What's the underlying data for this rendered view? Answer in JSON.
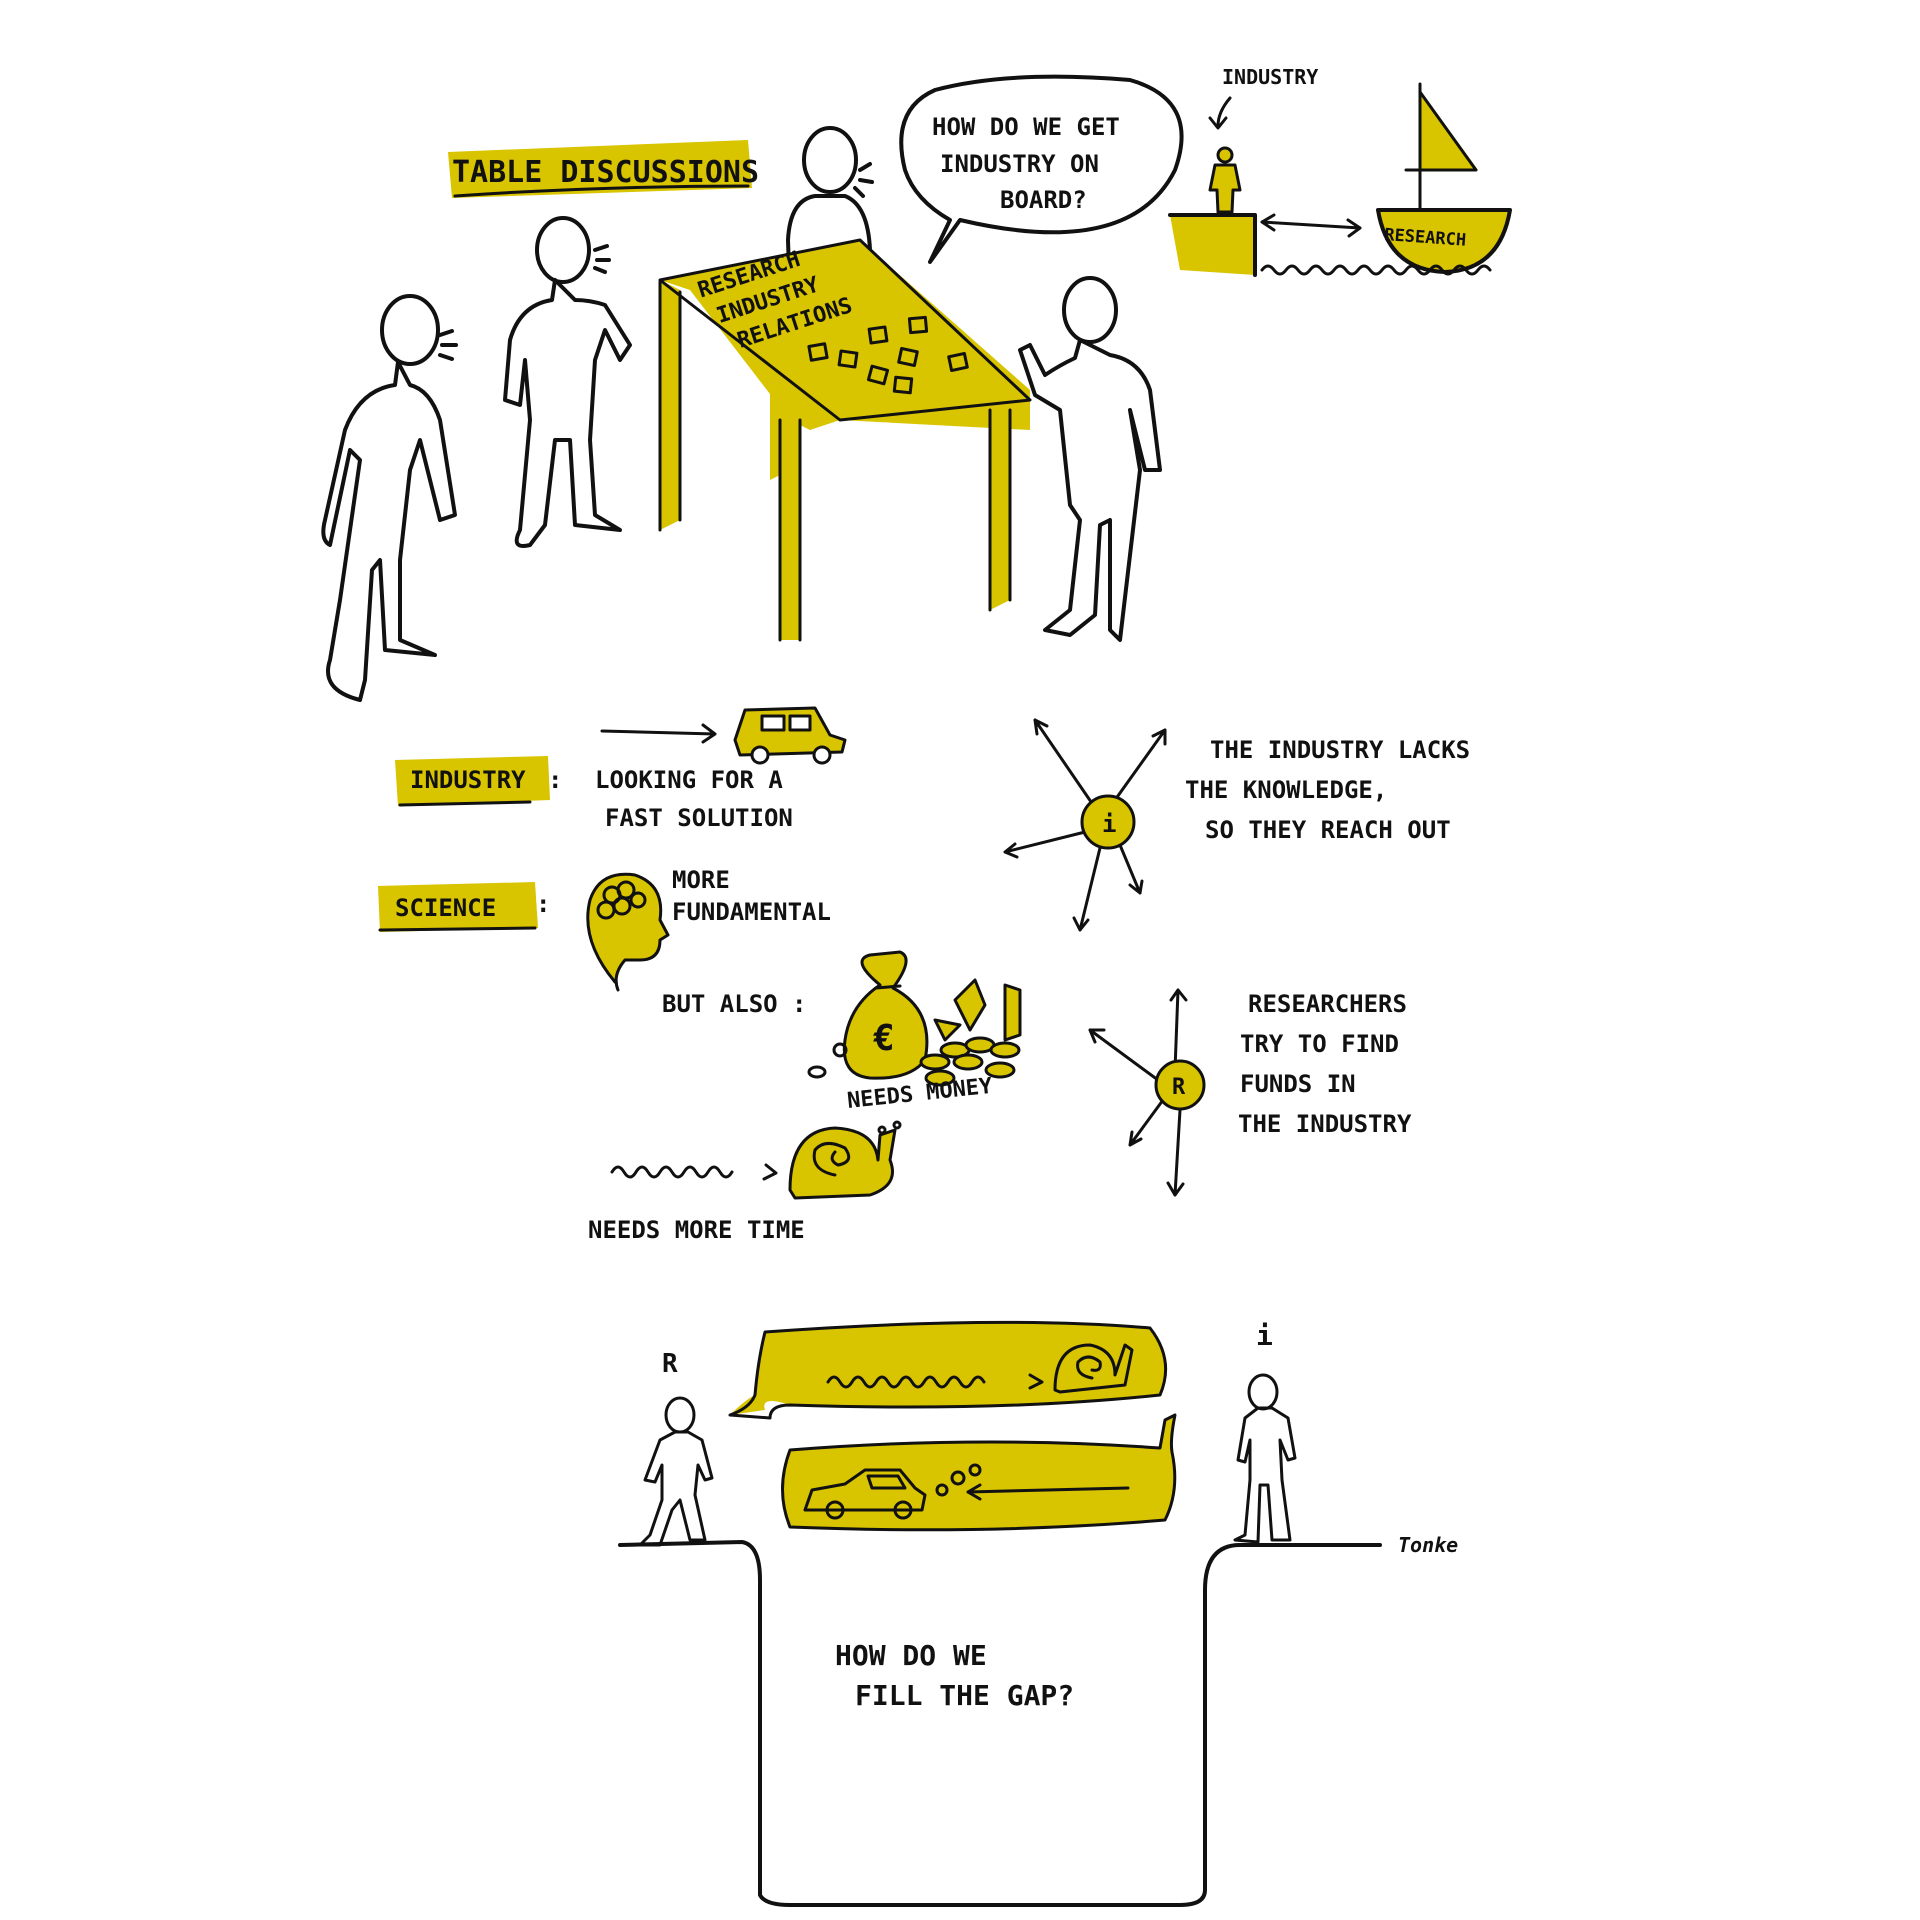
{
  "colors": {
    "accent": "#d9c400",
    "ink": "#111111",
    "paper": "#ffffff"
  },
  "labels": {
    "table_discussions": "TABLE DISCUSSIONS",
    "speech_line1": "HOW DO WE GET",
    "speech_line2": "INDUSTRY ON",
    "speech_line3": "BOARD?",
    "industry_top": "INDUSTRY",
    "research_boat": "RESEARCH",
    "table_line1": "RESEARCH",
    "table_line2": "INDUSTRY",
    "table_line3": "RELATIONS",
    "industry_tag": "INDUSTRY",
    "industry_desc1": "LOOKING FOR A",
    "industry_desc2": "FAST SOLUTION",
    "science_tag": "SCIENCE",
    "science_desc1": "MORE",
    "science_desc2": "FUNDAMENTAL",
    "but_also": "BUT ALSO :",
    "needs_money": "NEEDS MONEY",
    "needs_time": "NEEDS MORE TIME",
    "i_hub": "i",
    "i_note1": "THE INDUSTRY LACKS",
    "i_note2": "THE KNOWLEDGE,",
    "i_note3": "SO THEY REACH OUT",
    "r_hub": "R",
    "r_note1": "RESEARCHERS",
    "r_note2": "TRY TO FIND",
    "r_note3": "FUNDS IN",
    "r_note4": "THE INDUSTRY",
    "r_person": "R",
    "i_person": "i",
    "gap_line1": "HOW DO WE",
    "gap_line2": "FILL THE GAP?",
    "euro": "€",
    "signature": "Tonke"
  },
  "icons": [
    "person-figure",
    "table",
    "sticky-notes",
    "speech-bubble",
    "sailboat",
    "car",
    "brain-head",
    "money-bag",
    "coins",
    "snail",
    "wavy-arrow",
    "hub-arrows",
    "gap-pit"
  ]
}
